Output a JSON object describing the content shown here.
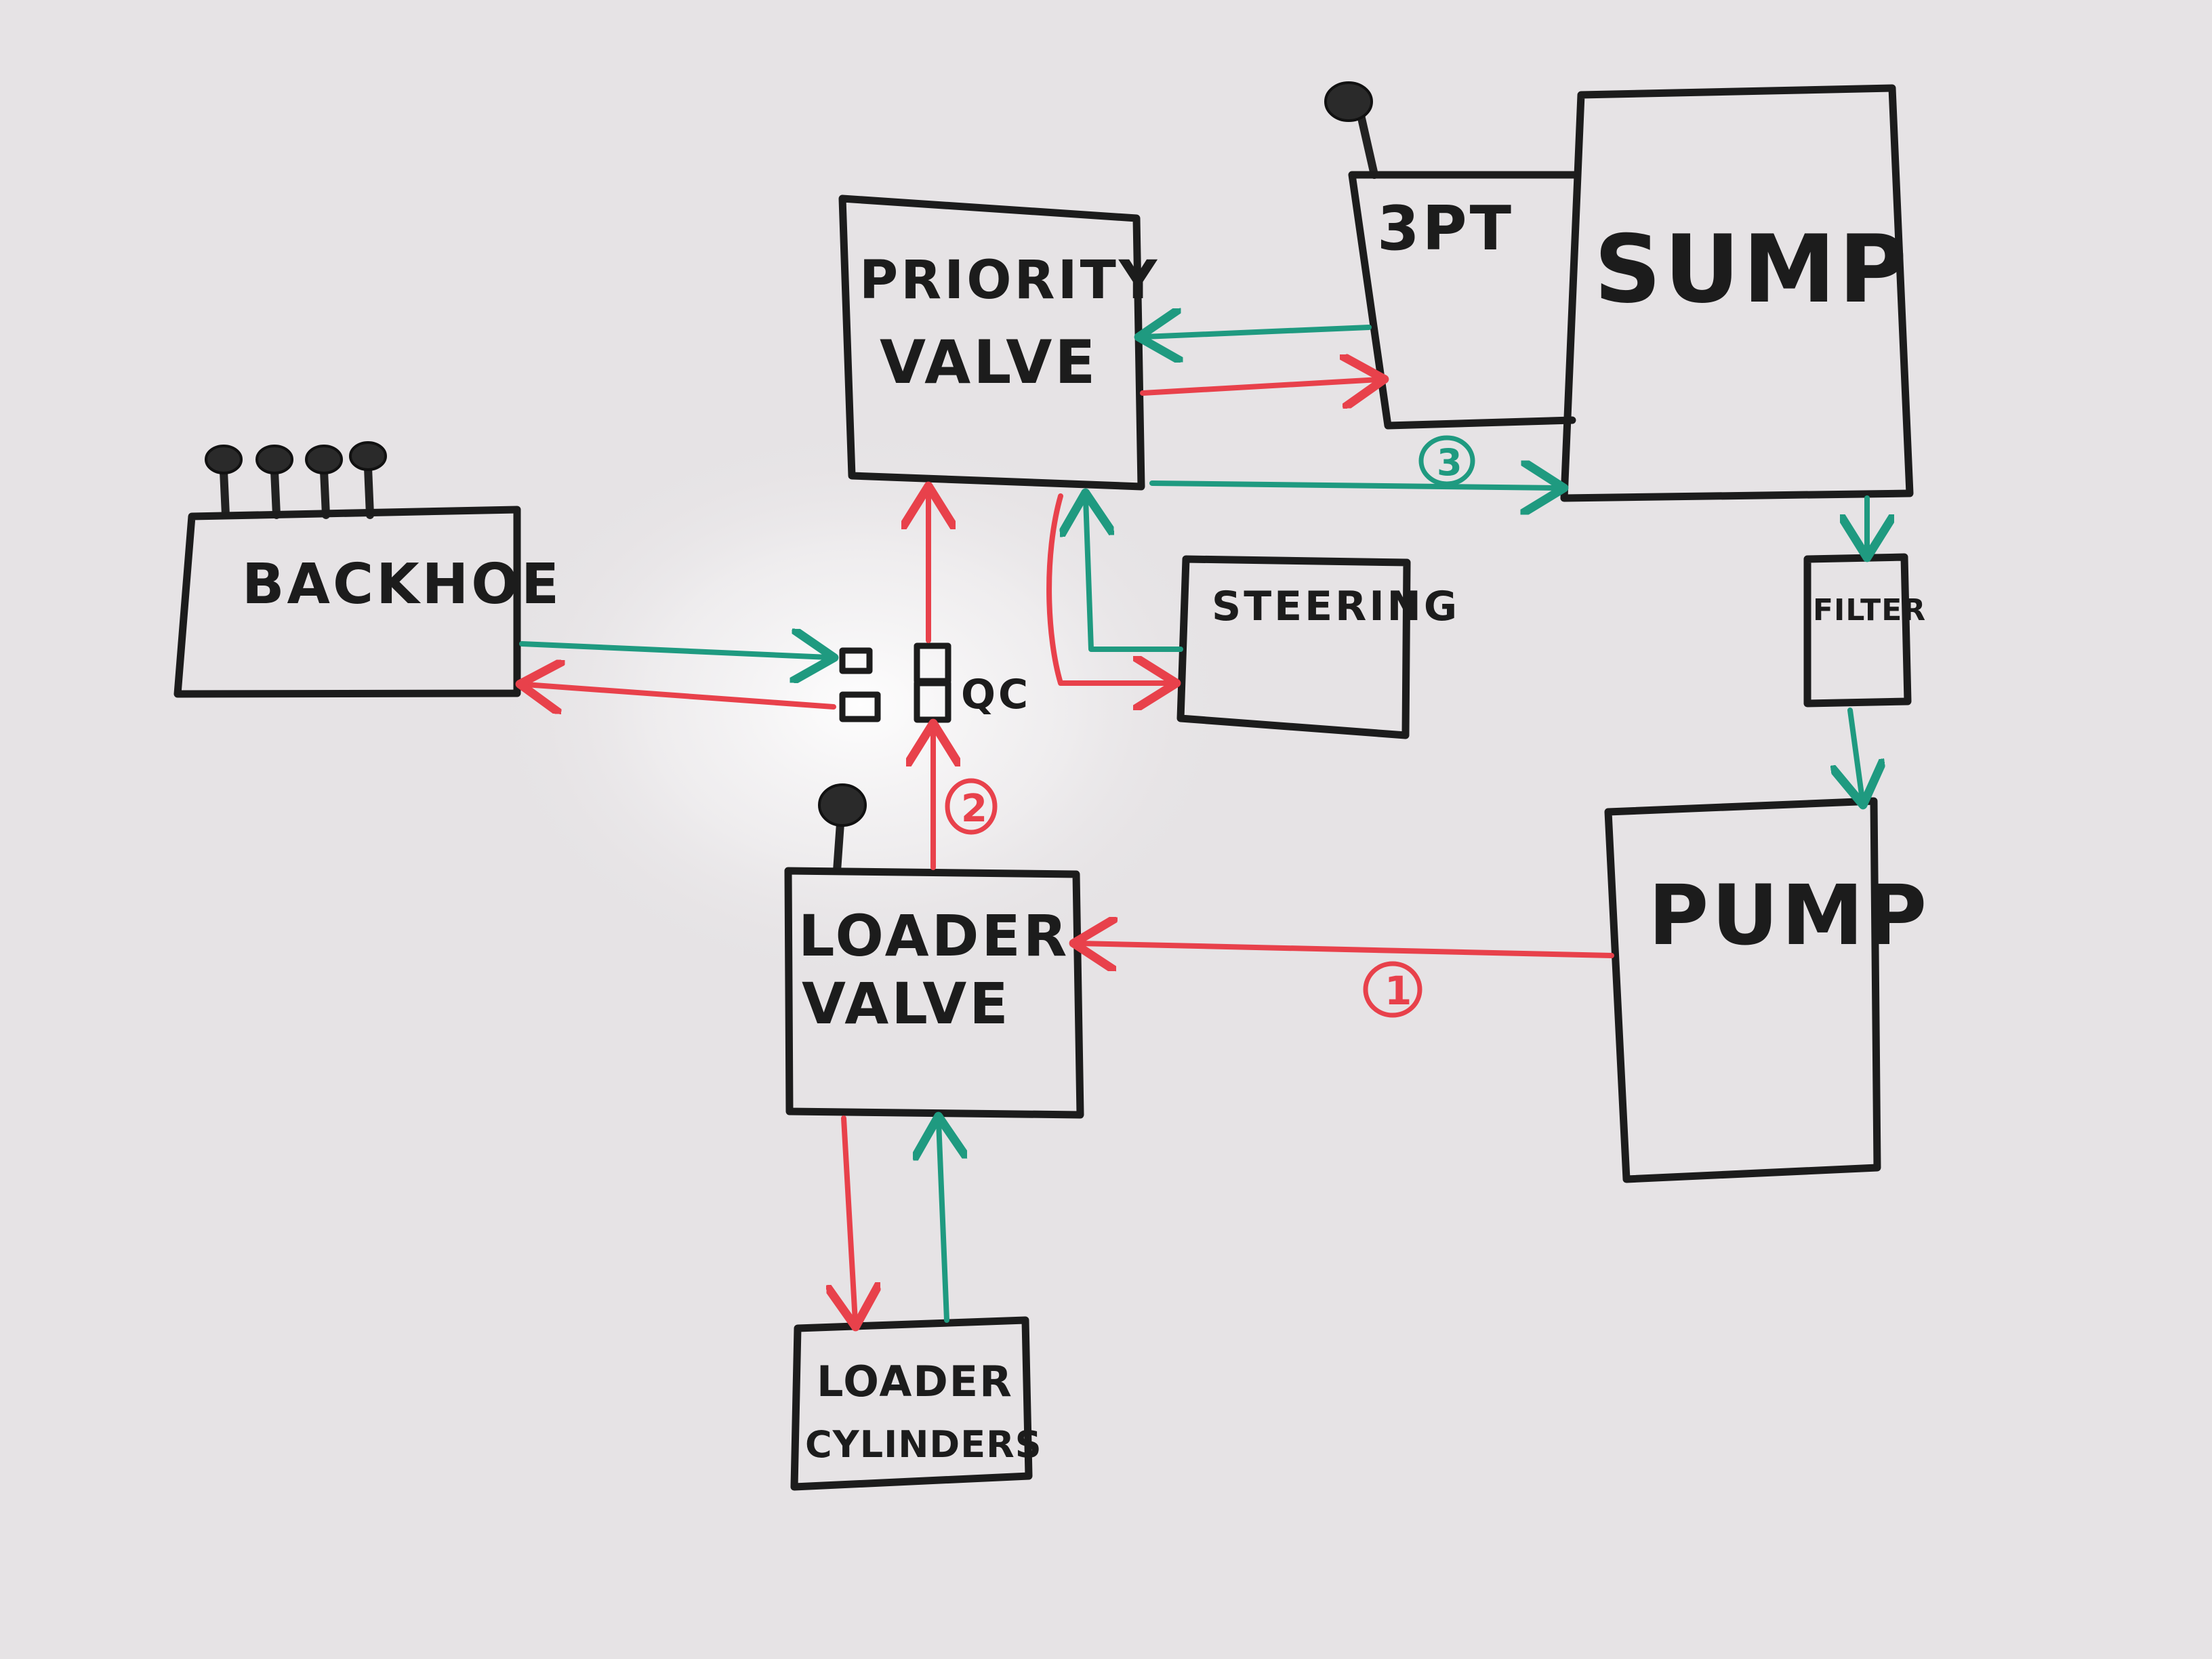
{
  "colors": {
    "background": "#e6e3e5",
    "ink": "#1c1c1c",
    "pressure_line": "#e8414b",
    "return_line": "#1f9a80"
  },
  "icons": {
    "lever": "lever-knob-icon",
    "arrowhead": "arrowhead-icon",
    "coupler": "quick-coupler-icon"
  },
  "blocks": {
    "priority_valve": {
      "line1": "PRIORITY",
      "line2": "VALVE"
    },
    "three_pt": {
      "label": "3PT"
    },
    "sump": {
      "label": "SUMP"
    },
    "backhoe": {
      "label": "BACKHOE"
    },
    "steering": {
      "label": "STEERING"
    },
    "filter": {
      "label": "FILTER"
    },
    "pump": {
      "label": "PUMP"
    },
    "loader_valve": {
      "line1": "LOADER",
      "line2": "VALVE"
    },
    "loader_cylinders": {
      "line1": "LOADER",
      "line2": "CYLINDERS"
    }
  },
  "quick_coupler": {
    "label": "QC"
  },
  "circuit_numbers": {
    "pump_to_loader": "1",
    "loader_to_priority": "2",
    "priority_to_sump": "3"
  }
}
